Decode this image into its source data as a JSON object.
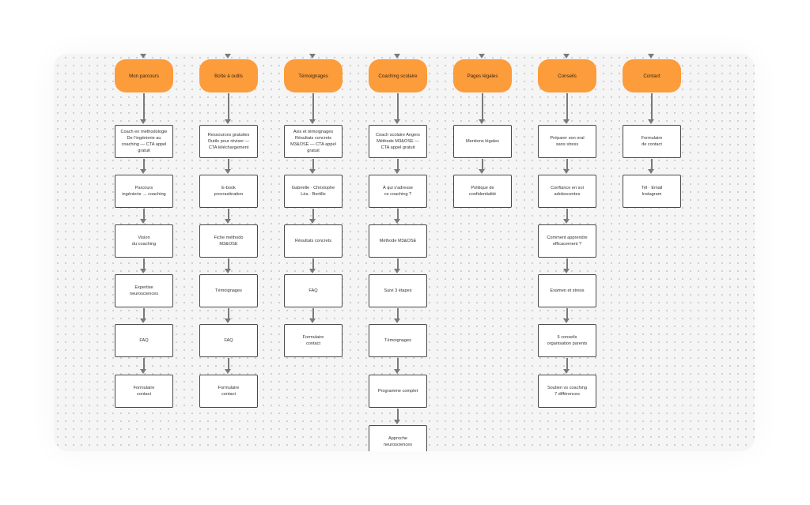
{
  "columns": [
    {
      "header": "Mon parcours",
      "nodes": [
        "Coach en méthodologie\nDe l'ingénierie au\ncoaching — CTA appel\ngratuit",
        "Parcours\ningénierie → coaching",
        "Vision\ndu coaching",
        "Expertise\nneurosciences",
        "FAQ",
        "Formulaire\ncontact"
      ]
    },
    {
      "header": "Boîte à outils",
      "nodes": [
        "Ressources gratuites\nOutils pour réviser —\nCTA téléchargement",
        "E-book\nprocrastination",
        "Fiche méthodo\nM3&OSE",
        "Témoignages",
        "FAQ",
        "Formulaire\ncontact"
      ]
    },
    {
      "header": "Témoignages",
      "nodes": [
        "Avis et témoignages\nRésultats concrets\nM3&OSE — CTA appel\ngratuit",
        "Gabrielle · Christophe\nLéa · Bertille",
        "Résultats concrets",
        "FAQ",
        "Formulaire\ncontact"
      ]
    },
    {
      "header": "Coaching scolaire",
      "nodes": [
        "Coach scolaire Angers\nMéthode M3&OSE —\nCTA appel gratuit",
        "À qui s'adresse\nce coaching ?",
        "Méthode M3&OSE",
        "Suivi 3 étapes",
        "Témoignages",
        "Programme complet",
        "Approche\nneurosciences"
      ]
    },
    {
      "header": "Pages légales",
      "nodes": [
        "Mentions légales",
        "Politique de\nconfidentialité"
      ]
    },
    {
      "header": "Conseils",
      "nodes": [
        "Préparer son oral\nsans stress",
        "Confiance en soi\nadolescentes",
        "Comment apprendre\nefficacement ?",
        "Examen et stress",
        "5 conseils\norganisation parents",
        "Soutien vs coaching\n7 différences"
      ]
    },
    {
      "header": "Contact",
      "nodes": [
        "Formulaire\nde contact",
        "Tél · Email\nInstagram"
      ]
    }
  ]
}
